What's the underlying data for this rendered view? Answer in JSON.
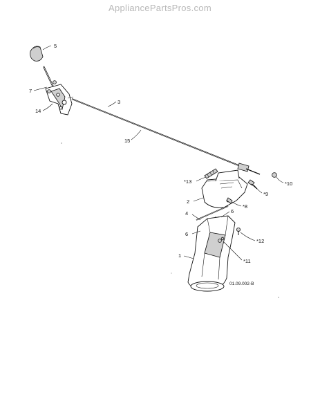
{
  "watermark": "AppliancePartsPros.com",
  "diagram_code": "01.09.002-B",
  "callouts": {
    "c5": "5",
    "c7": "7",
    "c14": "14",
    "c3": "3",
    "c15": "15",
    "c13": "*13",
    "c10": "*10",
    "c9": "*9",
    "c2": "2",
    "c8": "*8",
    "c4": "4",
    "c6a": "6",
    "c6b": "6",
    "c12": "*12",
    "c1": "1",
    "c11": "*11"
  }
}
